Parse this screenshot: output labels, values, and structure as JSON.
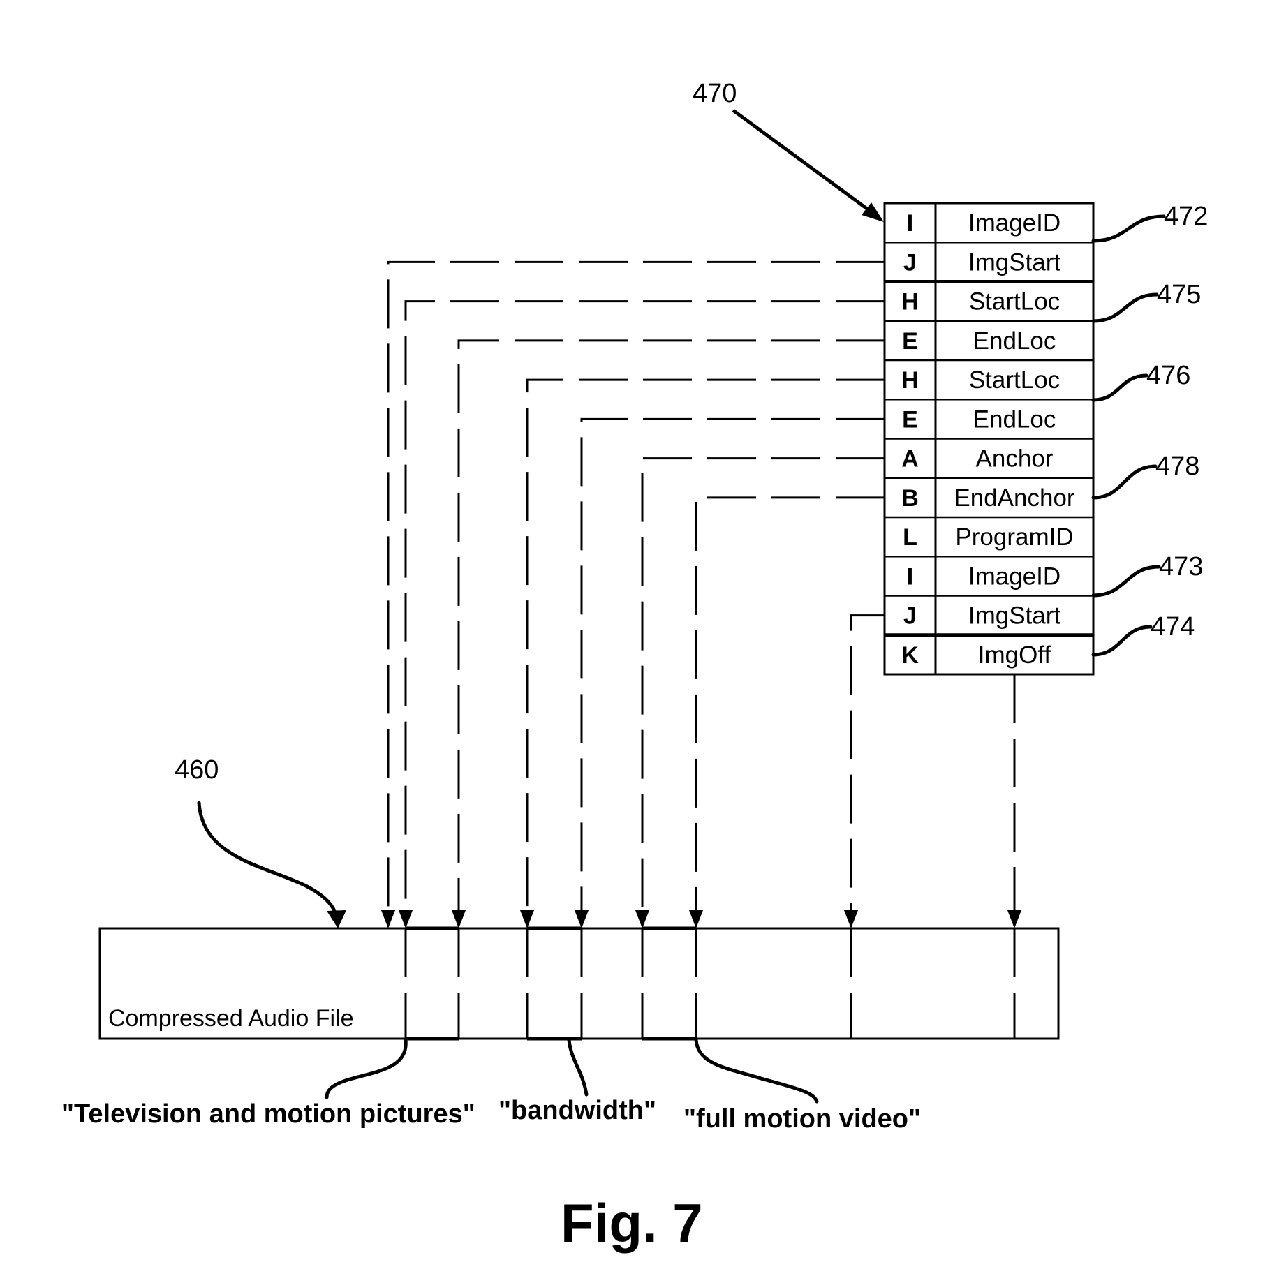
{
  "figure": {
    "caption": "Fig. 7",
    "table": {
      "ref": "470",
      "rows": [
        {
          "code": "I",
          "name": "ImageID"
        },
        {
          "code": "J",
          "name": "ImgStart"
        },
        {
          "code": "H",
          "name": "StartLoc"
        },
        {
          "code": "E",
          "name": "EndLoc"
        },
        {
          "code": "H",
          "name": "StartLoc"
        },
        {
          "code": "E",
          "name": "EndLoc"
        },
        {
          "code": "A",
          "name": "Anchor"
        },
        {
          "code": "B",
          "name": "EndAnchor"
        },
        {
          "code": "L",
          "name": "ProgramID"
        },
        {
          "code": "I",
          "name": "ImageID"
        },
        {
          "code": "J",
          "name": "ImgStart"
        },
        {
          "code": "K",
          "name": "ImgOff"
        }
      ],
      "group_refs": [
        {
          "ref": "472"
        },
        {
          "ref": "475"
        },
        {
          "ref": "476"
        },
        {
          "ref": "478"
        },
        {
          "ref": "473"
        },
        {
          "ref": "474"
        }
      ]
    },
    "audio_file": {
      "ref": "460",
      "title": "Compressed Audio File"
    },
    "phrases": [
      {
        "text": "\"Television and motion pictures\""
      },
      {
        "text": "\"bandwidth\""
      },
      {
        "text": "\"full motion video\""
      }
    ]
  }
}
